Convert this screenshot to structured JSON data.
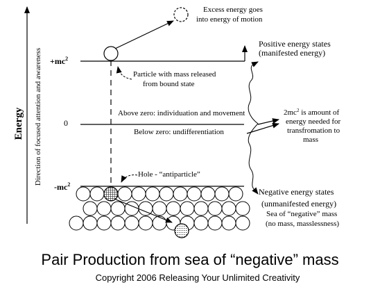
{
  "axis": {
    "energy_label": "Energy",
    "direction_label": "Direction of focused attention and awareness"
  },
  "levels": {
    "plus_mc2": {
      "base": "+mc",
      "sup": "2"
    },
    "zero": "0",
    "minus_mc2": {
      "base": "-mc",
      "sup": "2"
    }
  },
  "annotations": {
    "excess_energy": [
      "Excess energy goes",
      "into energy of  motion"
    ],
    "particle_released": [
      "Particle with mass released",
      "from bound state"
    ],
    "above_zero": "Above zero: individuation and movement",
    "below_zero": "Below zero: undifferentiation",
    "hole": "Hole - “antiparticle”"
  },
  "right_labels": {
    "positive_states": [
      "Positive energy states",
      "(manifested energy)"
    ],
    "amount_2mc2": {
      "line1_base": "2mc",
      "line1_sup": "2",
      "line1_rest": " is amount of",
      "line2": "energy needed for",
      "line3": "transfromation to",
      "line4": "mass"
    },
    "negative_states": [
      "Negative energy states",
      "(unmanifested energy)"
    ],
    "negative_sea": [
      "Sea of “negative” mass",
      "(no mass, masslessness)"
    ]
  },
  "title": "Pair Production from sea of “negative” mass",
  "copyright": "Copyright 2006 Releasing Your Unlimited Creativity"
}
